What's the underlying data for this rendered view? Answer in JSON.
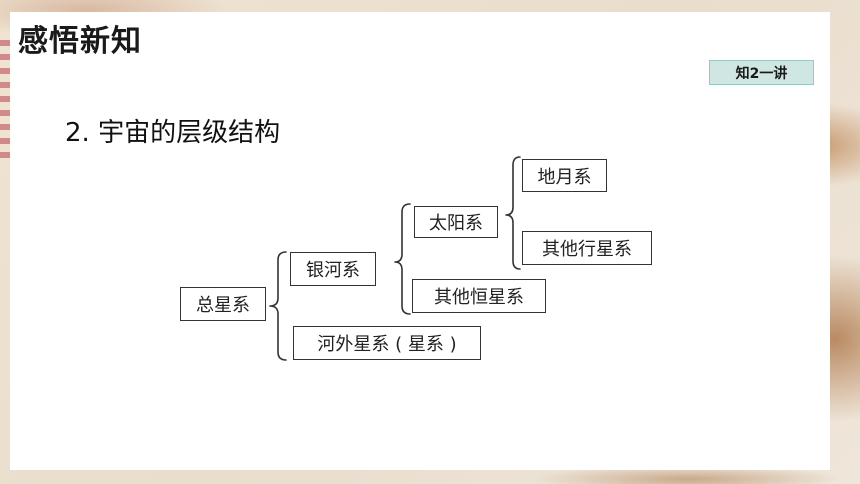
{
  "slide": {
    "title": "感悟新知",
    "badge": "知2一讲",
    "heading": "2. 宇宙的层级结构"
  },
  "tree": {
    "root": "总星系",
    "level1": [
      "银河系",
      "河外星系 ( 星系 )"
    ],
    "milky_way_children": [
      "太阳系",
      "其他恒星系"
    ],
    "solar_system_children": [
      "地月系",
      "其他行星系"
    ]
  },
  "colors": {
    "panel": "#ffffff",
    "badge_bg": "#cfe6e2",
    "border": "#333333",
    "text": "#1a1a1a"
  }
}
